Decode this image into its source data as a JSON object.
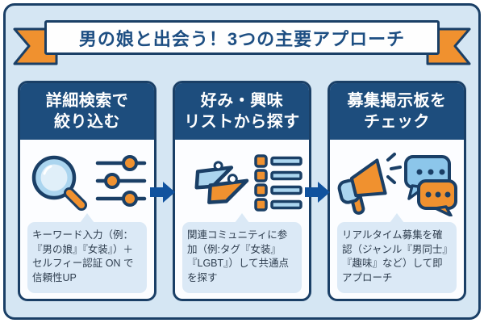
{
  "banner": {
    "title": "男の娘と出会う！3つの主要アプローチ"
  },
  "colors": {
    "frame_border_navy": "#1a3f66",
    "header_navy": "#1d4d7d",
    "arrow_blue": "#10529e",
    "accent_orange": "#f0912f",
    "icon_light_blue": "#abd5ef",
    "chat_blue": "#8cc6ea",
    "panel_bg": "#d5e6f3",
    "bubble_bg": "#dbe9f6",
    "title_text": "#1d4e82",
    "body_text": "#2f3e4f"
  },
  "ribbon_icons": [
    "ribbon-left-tail-icon",
    "ribbon-right-tail-icon"
  ],
  "flow_arrows": [
    "arrow-right-icon",
    "arrow-right-icon"
  ],
  "cards": [
    {
      "id": "detailed-search",
      "header_line1": "詳細検索で",
      "header_line2": "絞り込む",
      "icons": [
        "magnifier-icon",
        "filter-sliders-icon"
      ],
      "body": "キーワード入力（例：『男の娘』『女装』）＋セルフィー認証 ON で信頼性UP"
    },
    {
      "id": "interest-list",
      "header_line1": "好み・興味",
      "header_line2": "リストから探す",
      "icons": [
        "tags-icon",
        "list-icon"
      ],
      "body": "関連コミュニティに参加（例:タグ『女装』『LGBT』）して共通点を探す"
    },
    {
      "id": "bulletin-board",
      "header_line1": "募集掲示板を",
      "header_line2": "チェック",
      "icons": [
        "megaphone-icon",
        "chat-bubbles-icon"
      ],
      "body": "リアルタイム募集を確認（ジャンル『男同士』『趣味』など）して即アプローチ"
    }
  ]
}
